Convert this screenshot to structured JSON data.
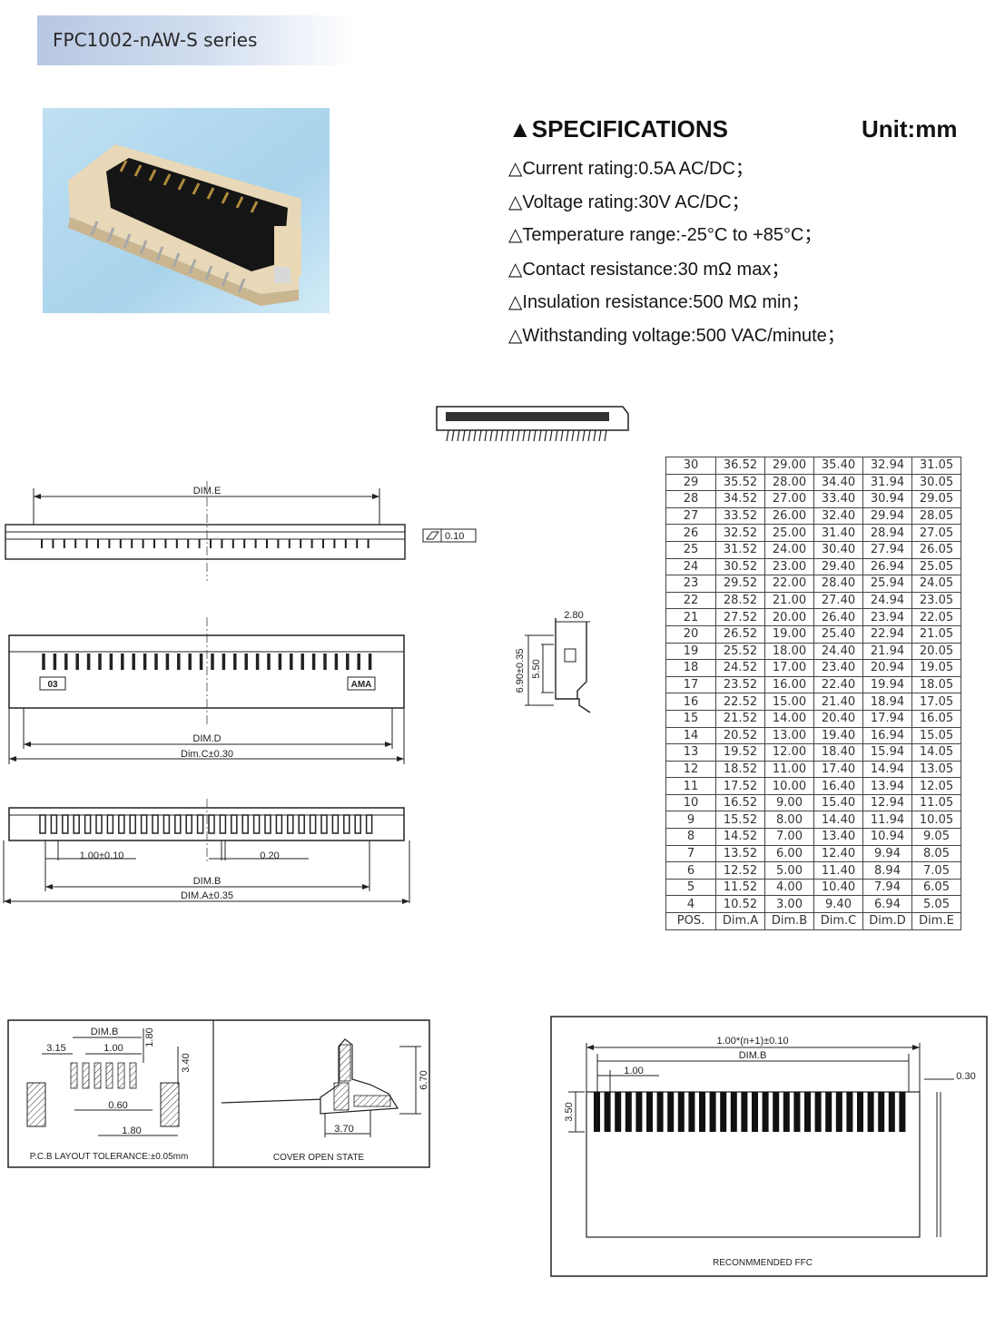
{
  "header": {
    "series": "FPC1002-nAW-S series"
  },
  "specs": {
    "title": "▲SPECIFICATIONS",
    "unit": "Unit:mm",
    "lines": [
      "△Current rating:0.5A AC/DC；",
      "△Voltage rating:30V AC/DC；",
      "△Temperature range:-25°C  to +85°C；",
      "△Contact resistance:30 mΩ max；",
      "△Insulation resistance:500 MΩ min；",
      "△Withstanding voltage:500 VAC/minute；"
    ]
  },
  "drawing_labels": {
    "dim_e": "DIM.E",
    "flatness": "0.10",
    "mark_left": "03",
    "mark_right": "AMA",
    "dim_d": "DIM.D",
    "dim_c": "Dim.C±0.30",
    "pitch": "1.00±0.10",
    "gap": "0.20",
    "dim_b": "DIM.B",
    "dim_a": "DIM.A±0.35",
    "side_top": "2.80",
    "side_height": "6.90±0.35",
    "side_inner": "5.50",
    "pcb_dim_b": "DIM.B",
    "pcb_315": "3.15",
    "pcb_100": "1.00",
    "pcb_180v": "1.80",
    "pcb_340": "3.40",
    "pcb_060": "0.60",
    "pcb_180": "1.80",
    "pcb_caption": "P.C.B  LAYOUT  TOLERANCE:±0.05mm",
    "cover_670": "6.70",
    "cover_370": "3.70",
    "cover_caption": "COVER  OPEN  STATE",
    "ffc_total": "1.00*(n+1)±0.10",
    "ffc_dim_b": "DIM.B",
    "ffc_pitch": "1.00",
    "ffc_thick": "0.30",
    "ffc_height": "3.50",
    "ffc_caption": "RECONMMENDED  FFC"
  },
  "table": {
    "header": [
      "POS.",
      "Dim.A",
      "Dim.B",
      "Dim.C",
      "Dim.D",
      "Dim.E"
    ],
    "rows": [
      [
        "30",
        "36.52",
        "29.00",
        "35.40",
        "32.94",
        "31.05"
      ],
      [
        "29",
        "35.52",
        "28.00",
        "34.40",
        "31.94",
        "30.05"
      ],
      [
        "28",
        "34.52",
        "27.00",
        "33.40",
        "30.94",
        "29.05"
      ],
      [
        "27",
        "33.52",
        "26.00",
        "32.40",
        "29.94",
        "28.05"
      ],
      [
        "26",
        "32.52",
        "25.00",
        "31.40",
        "28.94",
        "27.05"
      ],
      [
        "25",
        "31.52",
        "24.00",
        "30.40",
        "27.94",
        "26.05"
      ],
      [
        "24",
        "30.52",
        "23.00",
        "29.40",
        "26.94",
        "25.05"
      ],
      [
        "23",
        "29.52",
        "22.00",
        "28.40",
        "25.94",
        "24.05"
      ],
      [
        "22",
        "28.52",
        "21.00",
        "27.40",
        "24.94",
        "23.05"
      ],
      [
        "21",
        "27.52",
        "20.00",
        "26.40",
        "23.94",
        "22.05"
      ],
      [
        "20",
        "26.52",
        "19.00",
        "25.40",
        "22.94",
        "21.05"
      ],
      [
        "19",
        "25.52",
        "18.00",
        "24.40",
        "21.94",
        "20.05"
      ],
      [
        "18",
        "24.52",
        "17.00",
        "23.40",
        "20.94",
        "19.05"
      ],
      [
        "17",
        "23.52",
        "16.00",
        "22.40",
        "19.94",
        "18.05"
      ],
      [
        "16",
        "22.52",
        "15.00",
        "21.40",
        "18.94",
        "17.05"
      ],
      [
        "15",
        "21.52",
        "14.00",
        "20.40",
        "17.94",
        "16.05"
      ],
      [
        "14",
        "20.52",
        "13.00",
        "19.40",
        "16.94",
        "15.05"
      ],
      [
        "13",
        "19.52",
        "12.00",
        "18.40",
        "15.94",
        "14.05"
      ],
      [
        "12",
        "18.52",
        "11.00",
        "17.40",
        "14.94",
        "13.05"
      ],
      [
        "11",
        "17.52",
        "10.00",
        "16.40",
        "13.94",
        "12.05"
      ],
      [
        "10",
        "16.52",
        "9.00",
        "15.40",
        "12.94",
        "11.05"
      ],
      [
        "9",
        "15.52",
        "8.00",
        "14.40",
        "11.94",
        "10.05"
      ],
      [
        "8",
        "14.52",
        "7.00",
        "13.40",
        "10.94",
        "9.05"
      ],
      [
        "7",
        "13.52",
        "6.00",
        "12.40",
        "9.94",
        "8.05"
      ],
      [
        "6",
        "12.52",
        "5.00",
        "11.40",
        "8.94",
        "7.05"
      ],
      [
        "5",
        "11.52",
        "4.00",
        "10.40",
        "7.94",
        "6.05"
      ],
      [
        "4",
        "10.52",
        "3.00",
        "9.40",
        "6.94",
        "5.05"
      ]
    ]
  }
}
